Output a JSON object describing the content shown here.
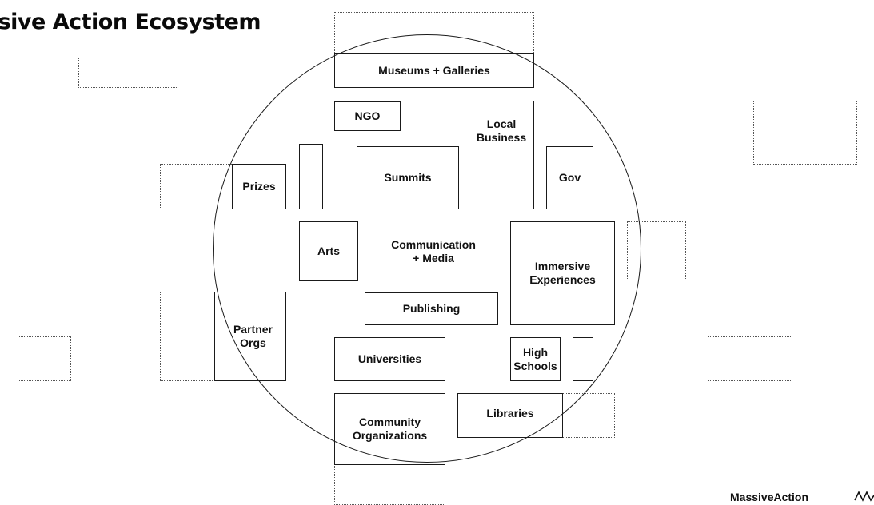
{
  "title": "ssive Action Ecosystem",
  "nodes": {
    "museums": "Museums + Galleries",
    "ngo": "NGO",
    "local_business": "Local\nBusiness",
    "gov": "Gov",
    "summits": "Summits",
    "prizes": "Prizes",
    "arts": "Arts",
    "communication": "Communication\n+ Media",
    "immersive": "Immersive\nExperiences",
    "publishing": "Publishing",
    "partner_orgs": "Partner\nOrgs",
    "universities": "Universities",
    "high_schools": "High\nSchools",
    "community": "Community\nOrganizations",
    "libraries": "Libraries"
  },
  "footer": {
    "brand": "MassiveAction"
  },
  "colors": {
    "line": "#1a1a1a",
    "dotted": "#555555",
    "background": "#ffffff"
  }
}
